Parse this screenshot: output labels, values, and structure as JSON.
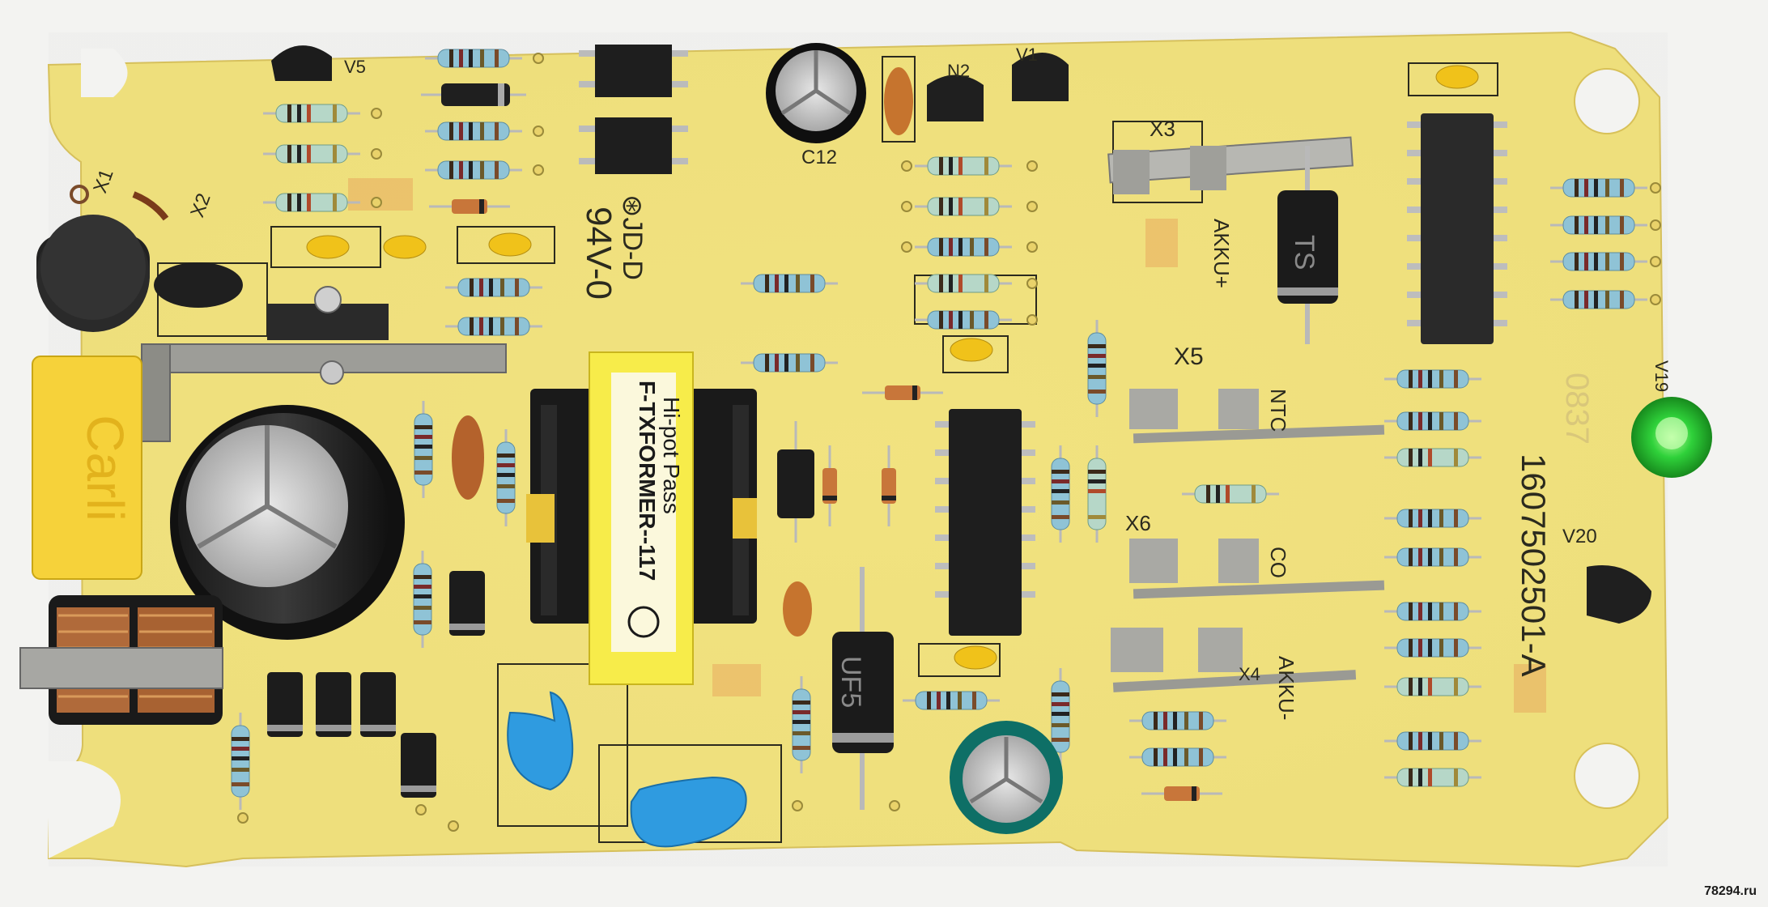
{
  "board": {
    "colors": {
      "pcb": "#f2e27a",
      "silk": "#2b2a1e",
      "resistor": "#8fc3d6",
      "led": "#2fd13a",
      "capacitor_y": "#f0c21a",
      "capacitor_x": "#f6d23a",
      "transformer_tape": "#f7ec4a",
      "ceramic_blue": "#2f9be0"
    },
    "silkscreen": {
      "v5": "V5",
      "x1": "X1",
      "x2": "X2",
      "x3": "X3",
      "x4": "X4",
      "x5": "X5",
      "x6": "X6",
      "n2": "N2",
      "v1_partial": "V1",
      "c12": "C12",
      "ul_mark": "⊛JD-D",
      "rating": "94V-0",
      "akku_plus": "AKKU+",
      "akku_minus": "AKKU-",
      "ntc": "NTC",
      "coil": "CO",
      "v19": "V19",
      "v20": "V20",
      "pcb_number": "1607502501-A",
      "date_code": "0837"
    },
    "transformer_label": {
      "line1": "F-TXFORMER--117",
      "line2": "Hi-pot Pass"
    },
    "cap_x2_text": "Carli",
    "diode_text": "UF5",
    "ts_diode_text": "TS",
    "watermark": "78294.ru"
  }
}
